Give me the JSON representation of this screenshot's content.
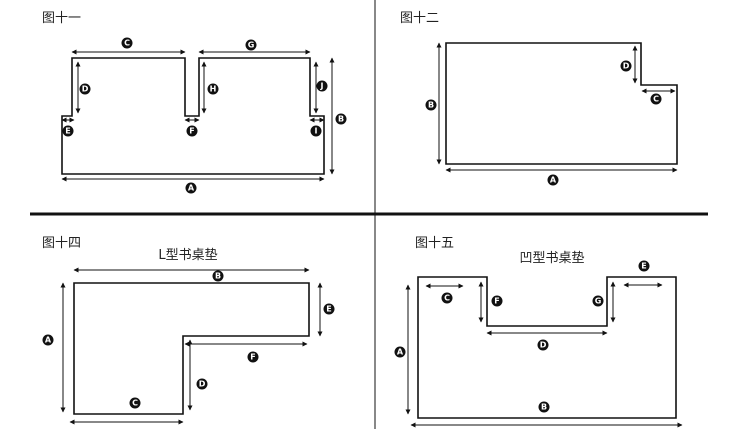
{
  "panels": {
    "p11": {
      "caption": "图十一",
      "labels": [
        "A",
        "B",
        "C",
        "D",
        "E",
        "F",
        "G",
        "H",
        "I",
        "J"
      ]
    },
    "p12": {
      "caption": "图十二",
      "labels": [
        "A",
        "B",
        "C",
        "D"
      ]
    },
    "p14": {
      "caption": "图十四",
      "subtitle": "L型书桌垫",
      "labels": [
        "A",
        "B",
        "C",
        "D",
        "E",
        "F"
      ]
    },
    "p15": {
      "caption": "图十五",
      "subtitle": "凹型书桌垫",
      "labels": [
        "A",
        "B",
        "C",
        "D",
        "E",
        "F",
        "G"
      ]
    }
  }
}
